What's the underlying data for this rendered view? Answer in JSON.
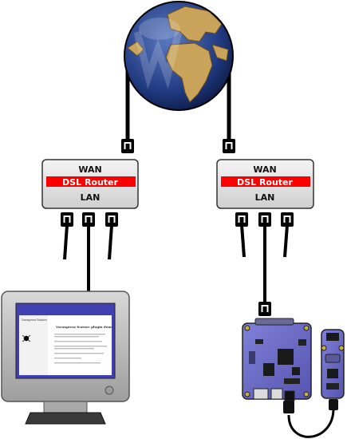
{
  "routers": [
    {
      "wan_label": "WAN",
      "name": "DSL Router",
      "lan_label": "LAN"
    },
    {
      "wan_label": "WAN",
      "name": "DSL Router",
      "lan_label": "LAN"
    }
  ],
  "monitor_screen": {
    "sidebar_title": "Voronpress Feature",
    "page_title": "Voronpress feature plugin demo"
  },
  "colors": {
    "router_label_bg": "#ff0000",
    "router_body": "#e6e6e6",
    "cable": "#000000",
    "board": "#6e6ec8",
    "monitor_bezel": "#bdbdbd",
    "monitor_screen_bg": "#4040b0"
  },
  "icons": {
    "internet": "globe-icon",
    "computer": "monitor-icon",
    "embedded": "circuit-board-icon"
  }
}
